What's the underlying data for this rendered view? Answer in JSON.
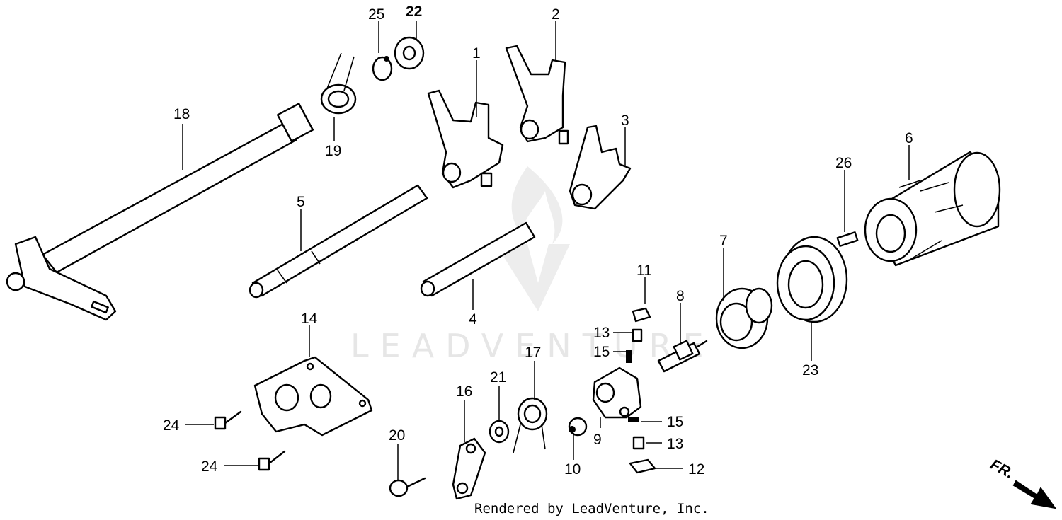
{
  "diagram": {
    "watermark_text": "LEADVENTURE",
    "footer": "Rendered by LeadVenture, Inc.",
    "direction_label": "FR.",
    "callouts": {
      "c1": "1",
      "c2": "2",
      "c3": "3",
      "c4": "4",
      "c5": "5",
      "c6": "6",
      "c7": "7",
      "c8": "8",
      "c9": "9",
      "c10": "10",
      "c11": "11",
      "c12": "12",
      "c13a": "13",
      "c13b": "13",
      "c14": "14",
      "c15a": "15",
      "c15b": "15",
      "c16": "16",
      "c17": "17",
      "c18": "18",
      "c19": "19",
      "c20": "20",
      "c21": "21",
      "c22": "22",
      "c23": "23",
      "c24a": "24",
      "c24b": "24",
      "c25": "25",
      "c26": "26"
    }
  }
}
